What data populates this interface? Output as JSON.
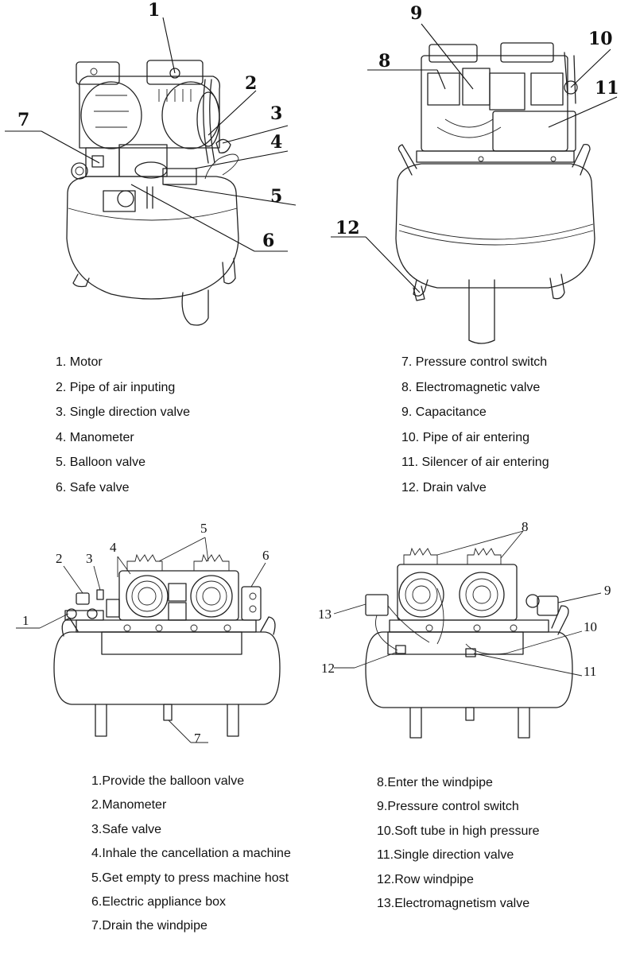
{
  "top_left_figure": {
    "callouts": [
      "1",
      "2",
      "3",
      "4",
      "5",
      "6",
      "7"
    ]
  },
  "top_right_figure": {
    "callouts": [
      "8",
      "9",
      "10",
      "11",
      "12"
    ]
  },
  "bottom_left_figure": {
    "callouts": [
      "1",
      "2",
      "3",
      "4",
      "5",
      "6",
      "7"
    ]
  },
  "bottom_right_figure": {
    "callouts": [
      "8",
      "9",
      "10",
      "11",
      "12",
      "13"
    ]
  },
  "legend_top_left": [
    "1. Motor",
    "2. Pipe of air inputing",
    "3. Single direction valve",
    "4. Manometer",
    "5. Balloon valve",
    "6. Safe valve"
  ],
  "legend_top_right": [
    "7. Pressure control switch",
    "8. Electromagnetic valve",
    "9. Capacitance",
    "10. Pipe of air entering",
    "11. Silencer of air entering",
    "12. Drain valve"
  ],
  "legend_bottom_left": [
    "1.Provide the balloon valve",
    "2.Manometer",
    "3.Safe valve",
    "4.Inhale the cancellation a machine",
    "5.Get empty to press machine host",
    "6.Electric appliance box",
    "7.Drain the windpipe"
  ],
  "legend_bottom_right": [
    "8.Enter the windpipe",
    "9.Pressure control switch",
    "10.Soft tube in high pressure",
    "11.Single direction valve",
    "12.Row windpipe",
    "13.Electromagnetism valve"
  ]
}
